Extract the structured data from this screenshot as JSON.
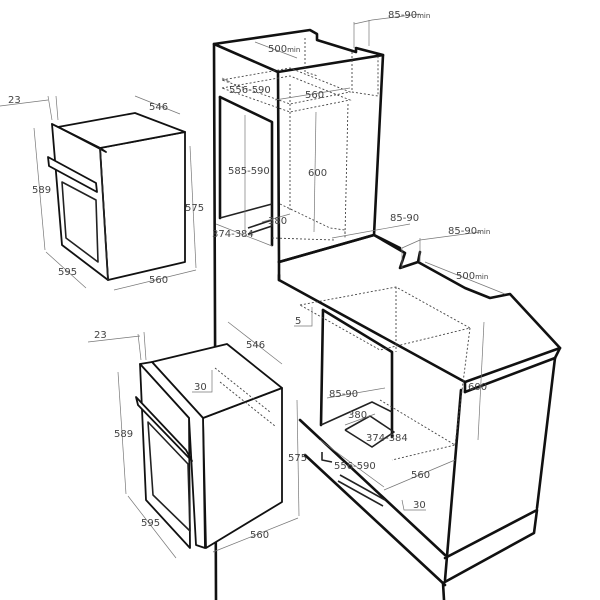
{
  "diagram": {
    "type": "built-in oven installation dimensions (mm)",
    "oven_top_view": {
      "labels": {
        "door_thickness": "23",
        "depth_top": "546",
        "front_height": "589",
        "side_height": "575",
        "front_width": "595",
        "body_width": "560"
      }
    },
    "oven_bottom_view": {
      "labels": {
        "door_thickness": "23",
        "depth_top": "546",
        "vent_gap": "30",
        "front_height": "589",
        "side_height": "575",
        "front_width": "595",
        "body_width": "560"
      }
    },
    "tall_cabinet": {
      "labels": {
        "top_depth": "500",
        "top_depth_suffix": "min",
        "rear_gap": "85-90",
        "rear_gap_suffix": "min",
        "niche_width": "556-590",
        "cabinet_depth": "560",
        "niche_height": "585-590",
        "cabinet_height": "600",
        "shelf_cutout": "380",
        "shelf_cutout_width": "374-384",
        "rear_gap_bottom": "85-90"
      }
    },
    "under_counter_cabinet": {
      "labels": {
        "rear_gap": "85-90",
        "rear_gap_suffix": "min",
        "top_depth": "500",
        "top_depth_suffix": "min",
        "top_clearance": "5",
        "cabinet_height": "600",
        "rear_vent": "85-90",
        "shelf_cutout": "380",
        "shelf_cutout_width": "374-384",
        "niche_width": "556-590",
        "cabinet_depth": "560",
        "bottom_vent": "30"
      }
    }
  },
  "colors": {
    "line": "#111111",
    "dimension": "#777777",
    "label": "#444444",
    "background": "#ffffff"
  }
}
